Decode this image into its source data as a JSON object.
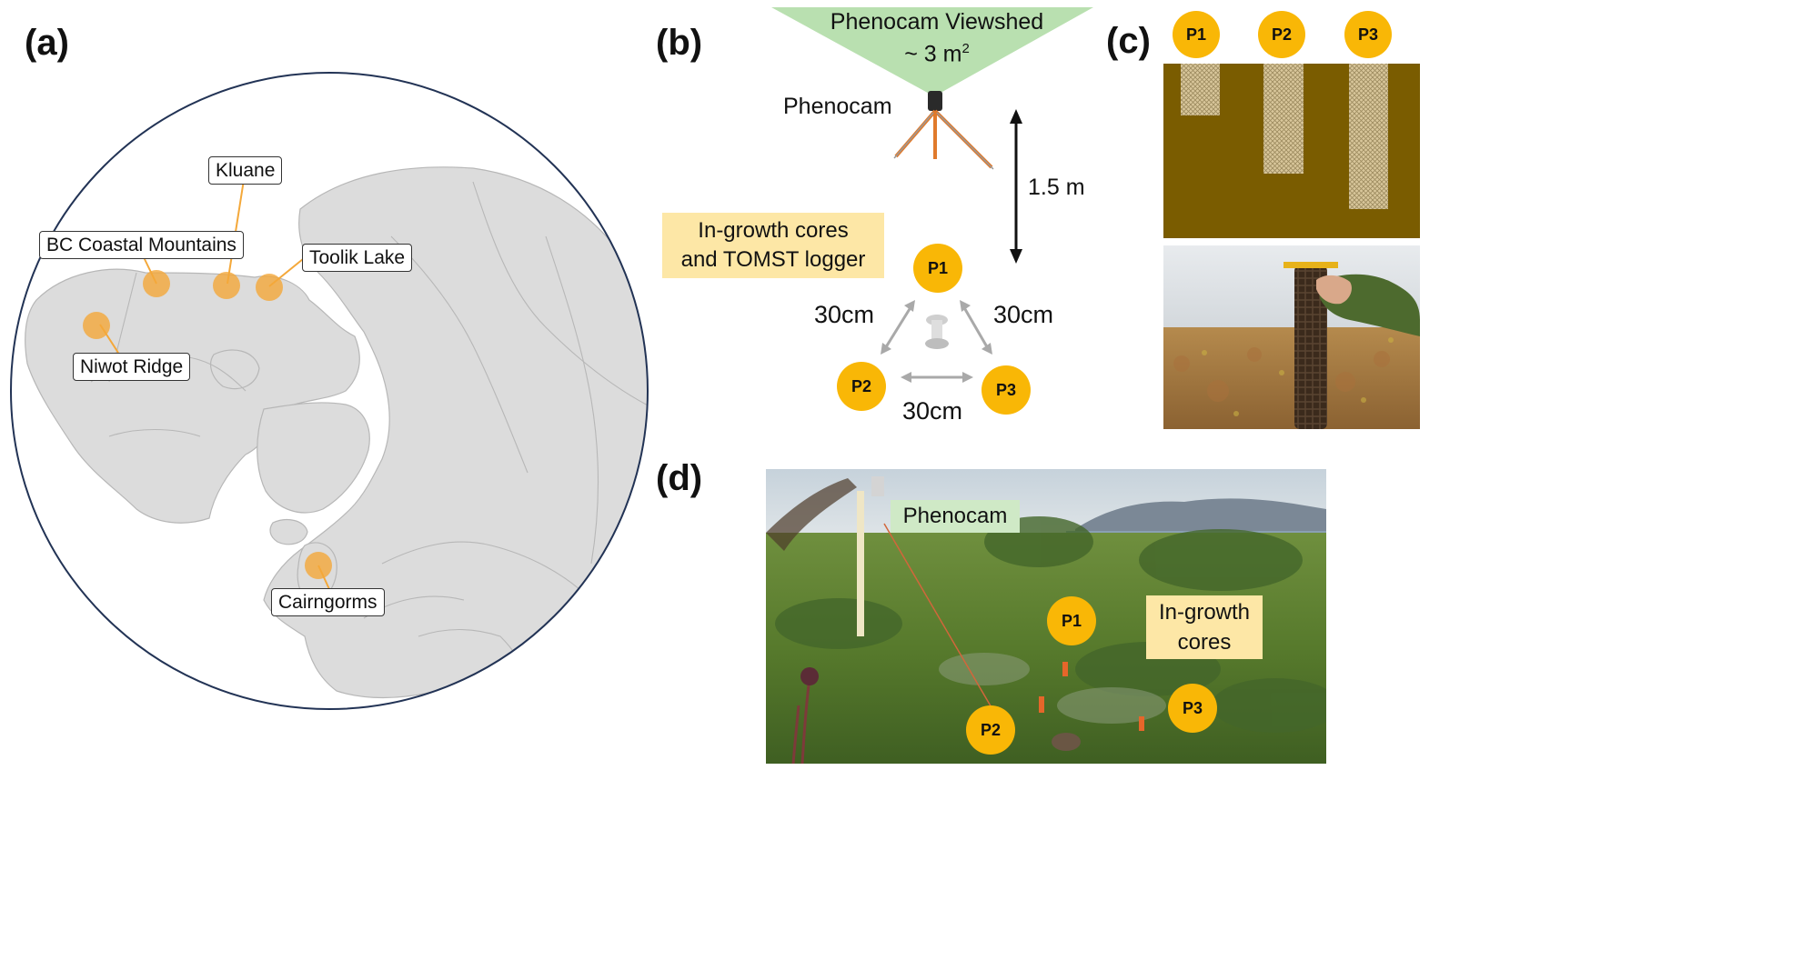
{
  "panels": {
    "a": "(a)",
    "b": "(b)",
    "c": "(c)",
    "d": "(d)"
  },
  "map": {
    "sites": [
      {
        "name": "Kluane"
      },
      {
        "name": "BC Coastal Mountains"
      },
      {
        "name": "Toolik Lake"
      },
      {
        "name": "Niwot Ridge"
      },
      {
        "name": "Cairngorms"
      }
    ],
    "colors": {
      "ocean": "#ffffff",
      "land": "#dcdcdc",
      "border": "#b7b7b7",
      "site": "#f4a83a",
      "outline": "#223355"
    }
  },
  "setup": {
    "viewshed_line1": "Phenocam Viewshed",
    "viewshed_line2_prefix": "~ 3 m",
    "viewshed_line2_sup": "2",
    "phenocam_label": "Phenocam",
    "height_label": "1.5 m",
    "ingrowth_line1": "In-growth cores",
    "ingrowth_line2": "and TOMST logger",
    "distance_left": "30cm",
    "distance_right": "30cm",
    "distance_bottom": "30cm",
    "plots": [
      "P1",
      "P2",
      "P3"
    ],
    "colors": {
      "viewshed": "#b9e0b0",
      "label_bg": "#fde7a6",
      "plot": "#f9b706"
    }
  },
  "cores": {
    "labels": [
      "P1",
      "P2",
      "P3"
    ],
    "colors": {
      "soil": "#7a5c00",
      "mesh": "#cbb994"
    }
  },
  "field": {
    "phenocam_label": "Phenocam",
    "ingrowth_line1": "In-growth",
    "ingrowth_line2": "cores",
    "plots": [
      "P1",
      "P2",
      "P3"
    ],
    "colors": {
      "phenocam_bg": "#cfe9c6",
      "ingrowth_bg": "#fde7a6"
    }
  }
}
